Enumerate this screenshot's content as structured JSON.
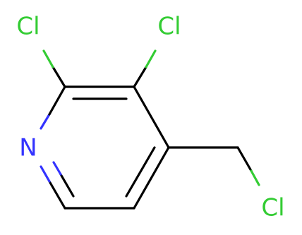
{
  "molecule": {
    "atoms": {
      "n": {
        "label": "N",
        "color": "#3333FF"
      },
      "cl_2": {
        "label": "Cl",
        "color": "#33CC33"
      },
      "cl_3": {
        "label": "Cl",
        "color": "#33CC33"
      },
      "cl_methyl": {
        "label": "Cl",
        "color": "#33CC33"
      }
    },
    "colors": {
      "bond": "#000000",
      "background": "#FFFFFF"
    }
  }
}
